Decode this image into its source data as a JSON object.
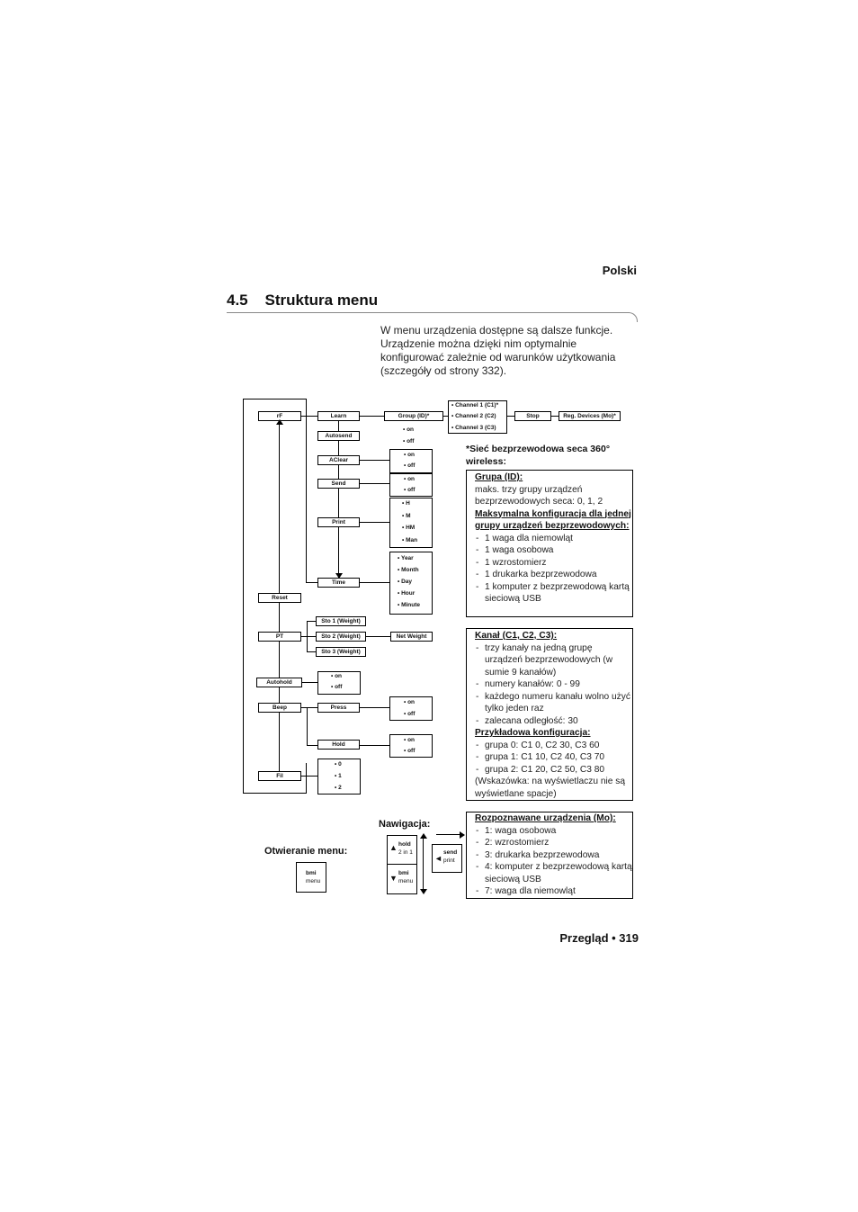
{
  "header": {
    "language": "Polski"
  },
  "section": {
    "title": "4.5    Struktura menu"
  },
  "intro": "W menu urządzenia dostępne są dalsze funkcje. Urządzenie można dzięki nim optymalnie konfigurować zależnie od warunków użytkowania (szczegóły od strony 332).",
  "menu": {
    "rf": "rF",
    "learn": "Learn",
    "group": "Group (ID)*",
    "channels": [
      "• Channel 1 (C1)*",
      "• Channel 2 (C2)",
      "• Channel 3 (C3)"
    ],
    "stop": "Stop",
    "reg_devices": "Reg. Devices (Mo)*",
    "autosend": "Autosend",
    "aclear": "AClear",
    "send": "Send",
    "print": "Print",
    "time": "Time",
    "reset": "Reset",
    "pt": "PT",
    "sto": [
      "Sto 1 (Weight)",
      "Sto 2 (Weight)",
      "Sto 3 (Weight)"
    ],
    "net_weight": "Net Weight",
    "autohold": "Autohold",
    "beep": "Beep",
    "press": "Press",
    "hold": "Hold",
    "fil": "Fil",
    "on": "• on",
    "off": "• off",
    "print_opts": [
      "• H",
      "• M",
      "• HM",
      "• Man"
    ],
    "time_opts": [
      "• Year",
      "• Month",
      "• Day",
      "• Hour",
      "• Minute"
    ],
    "fil_opts": [
      "• 0",
      "• 1",
      "• 2"
    ]
  },
  "wireless_title": "*Sieć bezprzewodowa seca 360° wireless:",
  "group_note": {
    "heading": "Grupa (ID):",
    "text": "maks. trzy grupy urządzeń bezprzewodowych seca: 0, 1, 2",
    "heading2": "Maksymalna konfiguracja dla jednej grupy urządzeń bezprzewodowych:",
    "items": [
      "1 waga dla niemowląt",
      "1 waga osobowa",
      "1 wzrostomierz",
      "1 drukarka bezprzewodowa",
      "1 komputer z bezprzewodową kartą sieciową USB"
    ]
  },
  "channel_note": {
    "heading": "Kanał (C1, C2, C3):",
    "items": [
      "trzy kanały na jedną grupę urządzeń bezprzewodowych (w sumie 9 kanałów)",
      "numery kanałów: 0 - 99",
      "każdego numeru kanału wolno użyć tylko jeden raz",
      "zalecana odległość: 30"
    ],
    "heading2": "Przykładowa konfiguracja:",
    "items2": [
      "grupa 0: C1 0, C2 30, C3 60",
      "grupa 1: C1 10, C2 40, C3 70",
      "grupa 2: C1 20, C2 50, C3 80"
    ],
    "hint": "(Wskazówka: na wyświetlaczu nie są wyświetlane spacje)"
  },
  "devices_note": {
    "heading": "Rozpoznawane urządzenia (Mo):",
    "items": [
      "1: waga osobowa",
      "2: wzrostomierz",
      "3: drukarka bezprzewodowa",
      "4: komputer z bezprzewodową kartą sieciową USB",
      "7: waga dla niemowląt"
    ]
  },
  "navigation_label": "Nawigacja:",
  "open_menu_label": "Otwieranie menu:",
  "keys": {
    "bmi": "bmi",
    "menu": "menu",
    "hold": "hold",
    "two_in_one": "2 in 1",
    "send": "send",
    "print": "print"
  },
  "footer": "Przegląd • 319"
}
